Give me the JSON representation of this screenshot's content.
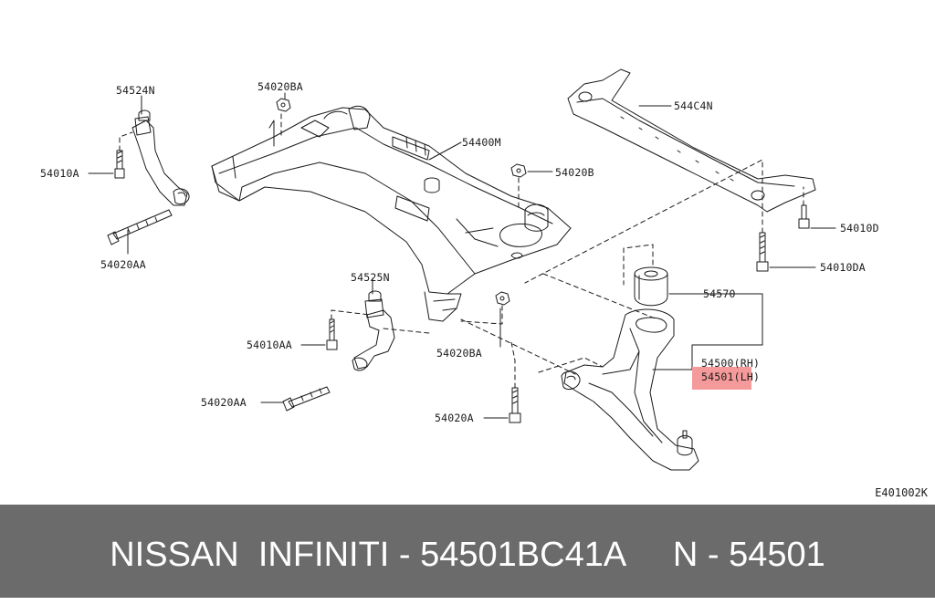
{
  "colors": {
    "footer_bg": "#6b6b6b",
    "highlight": "#f59a9a",
    "line": "#1a1a1a"
  },
  "labels": {
    "p54524N": "54524N",
    "p54010A": "54010A",
    "p54020AA_top": "54020AA",
    "p54020BA_top": "54020BA",
    "p54400M": "54400M",
    "p54020B": "54020B",
    "p544C4N": "544C4N",
    "p54010D": "54010D",
    "p54010DA": "54010DA",
    "p54570": "54570",
    "p54500": "54500(RH)",
    "p54501": "54501(LH)",
    "p54525N": "54525N",
    "p54010AA": "54010AA",
    "p54020BA_bottom": "54020BA",
    "p54020AA_bottom": "54020AA",
    "p54020A": "54020A"
  },
  "diagram_code": "E401002K",
  "footer": {
    "text": "NISSAN  INFINITI - 54501BC41A     N - 54501"
  }
}
